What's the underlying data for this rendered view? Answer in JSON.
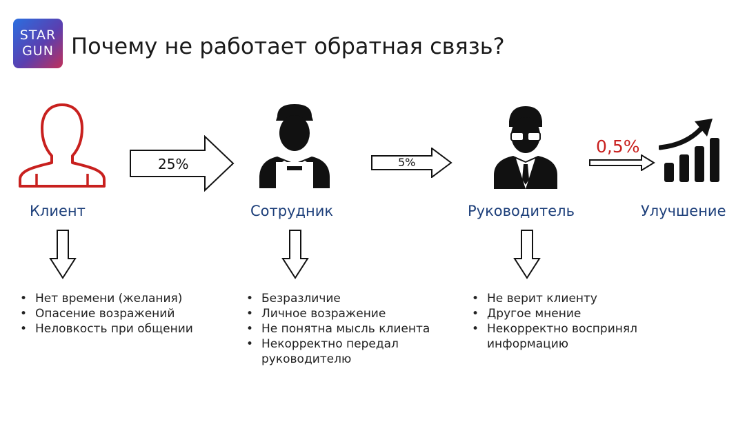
{
  "logo": {
    "line1": "STAR",
    "line2": "GUN"
  },
  "title": "Почему не работает обратная связь?",
  "roles": {
    "client": "Клиент",
    "employee": "Сотрудник",
    "manager": "Руководитель",
    "improvement": "Улучшение"
  },
  "arrows": {
    "client_to_employee": "25%",
    "employee_to_manager": "5%",
    "manager_to_improvement": "0,5%"
  },
  "reasons": {
    "client": [
      "Нет времени (желания)",
      "Опасение возражений",
      "Неловкость при общении"
    ],
    "employee": [
      "Безразличие",
      "Личное возражение",
      "Не понятна мысль клиента",
      "Некорректно передал руководителю"
    ],
    "manager": [
      "Не верит клиенту",
      "Другое мнение",
      "Некорректно воспринял информацию"
    ]
  },
  "colors": {
    "role_text": "#1d3f7a",
    "accent_red": "#c8201e",
    "client_icon": "#c8201e"
  }
}
